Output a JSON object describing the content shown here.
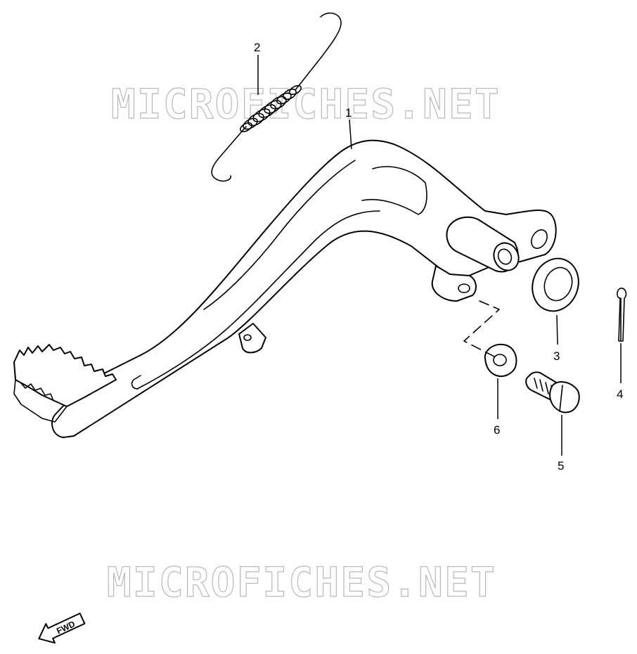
{
  "watermark": {
    "text": "MICROFICHES.NET",
    "color": "#b9b9b9"
  },
  "callouts": [
    {
      "id": "1",
      "label": "1"
    },
    {
      "id": "2",
      "label": "2"
    },
    {
      "id": "3",
      "label": "3"
    },
    {
      "id": "4",
      "label": "4"
    },
    {
      "id": "5",
      "label": "5"
    },
    {
      "id": "6",
      "label": "6"
    }
  ],
  "direction_indicator": {
    "label": "FWD",
    "icon": "arrow-left-down-icon"
  }
}
